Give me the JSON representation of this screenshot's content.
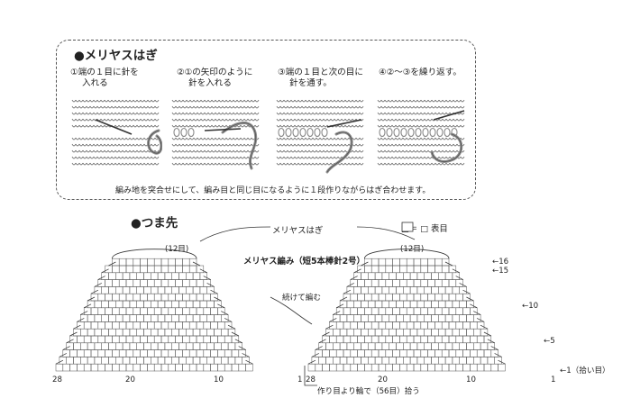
{
  "section1": {
    "title": "●メリヤスはぎ",
    "steps": [
      {
        "label": "①端の１目に針を",
        "label2": "入れる"
      },
      {
        "label": "②①の矢印のように",
        "label2": "針を入れる"
      },
      {
        "label": "③端の１目と次の目に",
        "label2": "針を通す。"
      },
      {
        "label": "④②〜③を繰り返す。",
        "label2": ""
      }
    ],
    "caption": "編み地を突合せにして、編み目と同じ目になるように１段作りながらはぎ合わせます。"
  },
  "section2": {
    "title": "●つま先",
    "top_label": "メリヤスはぎ",
    "legend": "□＝ □ 表目",
    "stitch_label": "(12目)",
    "stitch_label_right": "(12目)",
    "pattern_name": "メリヤス編み（短5本棒針2号）",
    "continue_label": "続けて編む",
    "cast_on_label": "作り目より輪で（56目）拾う",
    "x_ticks_left": [
      "28",
      "20",
      "10",
      "1"
    ],
    "x_ticks_right": [
      "28",
      "20",
      "10",
      "1"
    ],
    "row_labels": [
      "←16",
      "←15",
      "←10",
      "←5",
      "←1（拾い目）"
    ]
  },
  "colors": {
    "line": "#333333",
    "grid": "#555555",
    "yarn": "#8a8a8a",
    "dash": "#555555"
  }
}
